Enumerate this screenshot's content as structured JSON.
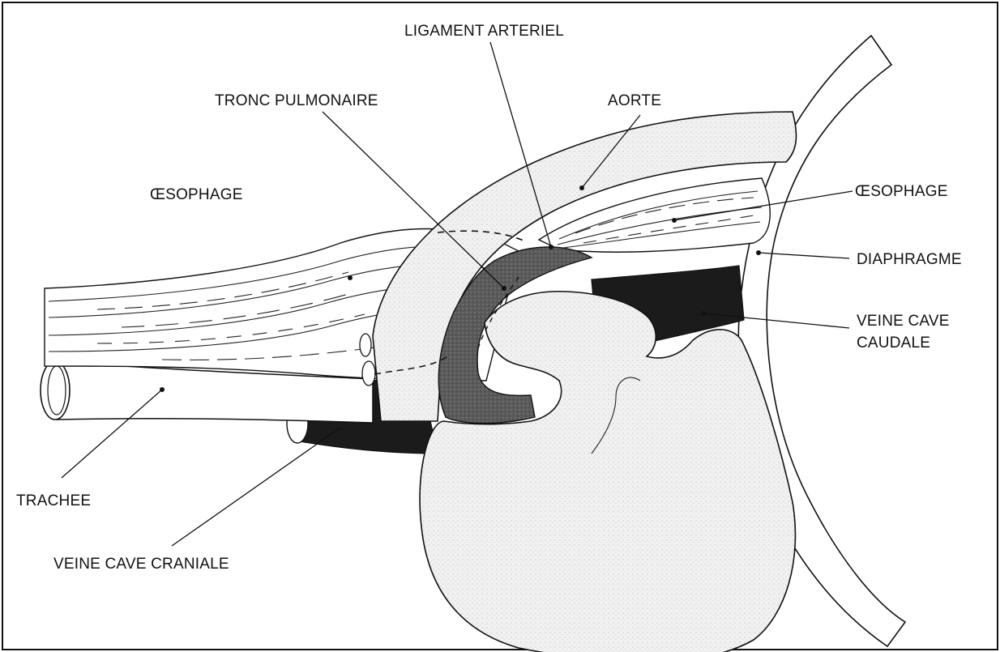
{
  "diagram": {
    "labels": {
      "ligament_arteriel": "LIGAMENT ARTERIEL",
      "tronc_pulmonaire": "TRONC PULMONAIRE",
      "aorte": "AORTE",
      "oesophage_left": "ŒSOPHAGE",
      "oesophage_right": "ŒSOPHAGE",
      "diaphragme": "DIAPHRAGME",
      "veine_cave_caudale_line1": "VEINE CAVE",
      "veine_cave_caudale_line2": "CAUDALE",
      "trachee": "TRACHEE",
      "veine_cave_craniale": "VEINE CAVE CRANIALE"
    },
    "colors": {
      "ink": "#111111",
      "stipple_light": "#ececec",
      "stipple_mid": "#5e5e5e",
      "dark_vessel": "#1b1b1b",
      "paper": "#ffffff"
    }
  }
}
